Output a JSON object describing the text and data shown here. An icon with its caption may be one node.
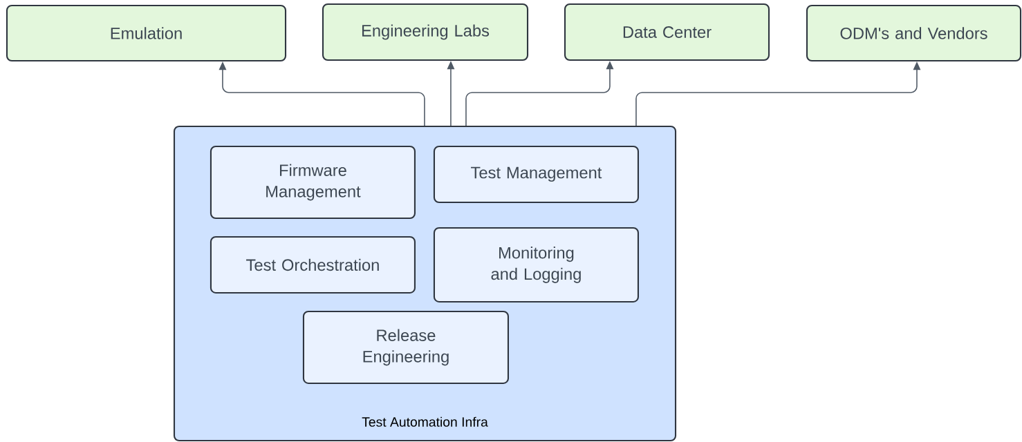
{
  "diagram": {
    "nodes": [
      {
        "text": [
          "Emulation"
        ]
      },
      {
        "text": [
          "Engineering Labs"
        ]
      },
      {
        "text": [
          "Data Center"
        ]
      },
      {
        "text": [
          "ODM's and Vendors"
        ]
      },
      {
        "text": [
          "Test Automation Infra"
        ]
      },
      {
        "text": [
          "Firmware Management"
        ],
        "in": 4
      },
      {
        "text": [
          "Test Management"
        ],
        "in": 4
      },
      {
        "text": [
          "Test Orchestration"
        ],
        "in": 4
      },
      {
        "text": [
          "Monitoring and Logging"
        ],
        "in": 4
      },
      {
        "text": [
          "Release Engineering"
        ],
        "in": 4
      }
    ],
    "edges": [
      {
        "from": 4,
        "to": 0,
        "arrow": "to"
      },
      {
        "from": 4,
        "to": 1,
        "arrow": "to"
      },
      {
        "from": 4,
        "to": 2,
        "arrow": "to"
      },
      {
        "from": 4,
        "to": 3,
        "arrow": "to"
      }
    ]
  }
}
